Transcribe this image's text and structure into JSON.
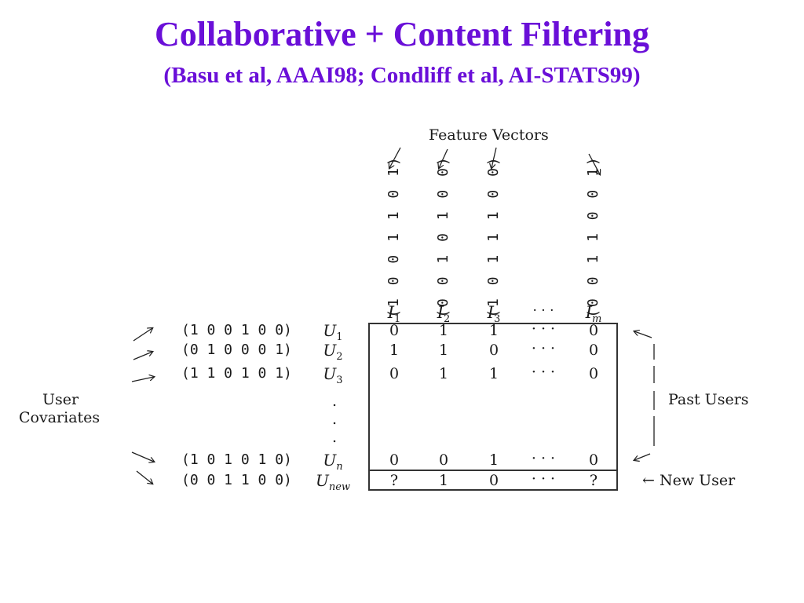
{
  "title": "Collaborative + Content Filtering",
  "subtitle": "(Basu et al, AAAI98; Condliff et al, AI-STATS99)",
  "diagram": {
    "feature_vectors_label": "Feature Vectors",
    "user_covariates_label_line1": "User",
    "user_covariates_label_line2": "Covariates",
    "past_users_label": "Past Users",
    "new_user_label": "← New User",
    "item_feature_vectors": [
      "(1 0 0 1 1 0 1)",
      "(0 0 1 0 1 0 0)",
      "(1 0 1 1 1 0 0)",
      "(0 0 1 1 0 0 1)"
    ],
    "items": [
      {
        "base": "I",
        "sub": "1"
      },
      {
        "base": "I",
        "sub": "2"
      },
      {
        "base": "I",
        "sub": "3"
      },
      {
        "base": "· · ·",
        "sub": ""
      },
      {
        "base": "I",
        "sub": "m"
      }
    ],
    "user_vectors": [
      "(1 0 0 1 0 0)",
      "(0 1 0 0 0 1)",
      "(1 1 0 1 0 1)",
      "(1 0 1 0 1 0)",
      "(0 0 1 1 0 0)"
    ],
    "users": [
      {
        "base": "U",
        "sub": "1"
      },
      {
        "base": "U",
        "sub": "2"
      },
      {
        "base": "U",
        "sub": "3"
      },
      {
        "base": "U",
        "sub": "n"
      },
      {
        "base": "U",
        "sub": "new"
      }
    ],
    "ellipsis_dot": ".",
    "ellipsis_h": "· · ·",
    "ratings": [
      [
        "0",
        "1",
        "1",
        "0"
      ],
      [
        "1",
        "1",
        "0",
        "0"
      ],
      [
        "0",
        "1",
        "1",
        "0"
      ],
      [
        "0",
        "0",
        "1",
        "0"
      ],
      [
        "?",
        "1",
        "0",
        "?"
      ]
    ]
  }
}
